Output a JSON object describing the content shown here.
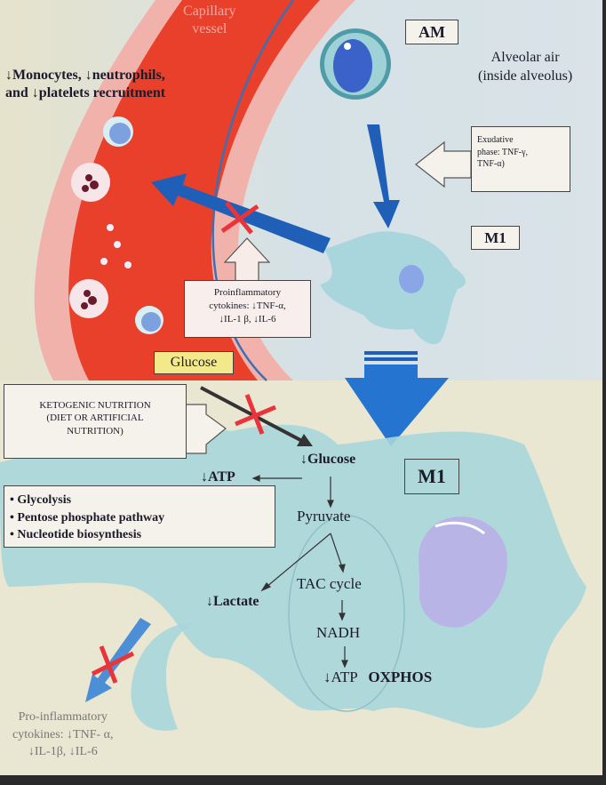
{
  "labels": {
    "capillary_vessel": [
      "Capillary",
      "vessel"
    ],
    "recruitment": [
      "↓Monocytes, ↓neutrophils,",
      "and ↓platelets recruitment"
    ],
    "am": "AM",
    "alveolar_air": [
      "Alveolar air",
      "(inside alveolus)"
    ],
    "exudative": [
      "Exudative",
      "phase: TNF-γ,",
      "TNF-α)"
    ],
    "m1_top": "M1",
    "proinflammatory_top": [
      "Proinflammatory",
      "cytokines: ↓TNF-α,",
      "↓IL-1 β, ↓IL-6"
    ],
    "glucose": "Glucose",
    "ketogenic": [
      "KETOGENIC NUTRITION",
      "(DIET OR ARTIFICIAL",
      "NUTRITION)"
    ],
    "glucose_down": "↓Glucose",
    "m1_bottom": "M1",
    "atp": "↓ATP",
    "pathways": [
      "• Glycolysis",
      "• Pentose phosphate pathway",
      "• Nucleotide biosynthesis"
    ],
    "pyruvate": "Pyruvate",
    "tac": "TAC cycle",
    "lactate": "↓Lactate",
    "nadh": "NADH",
    "atp_oxphos": [
      "↓ATP",
      "OXPHOS"
    ],
    "proinflammatory_bottom": [
      "Pro-inflammatory",
      "cytokines: ↓TNF- α,",
      "↓IL-1β, ↓IL-6"
    ]
  },
  "colors": {
    "vessel": "#e8402a",
    "vessel_wall": "#f2b2ac",
    "arrow_blue": "#1f5fb8",
    "cross_red": "#e8343a",
    "macrophage": "#a9d6dc",
    "background_top": "#d3e0e6",
    "background_bottom": "#e9e6d2",
    "glucose_box": "#f3e98a"
  }
}
